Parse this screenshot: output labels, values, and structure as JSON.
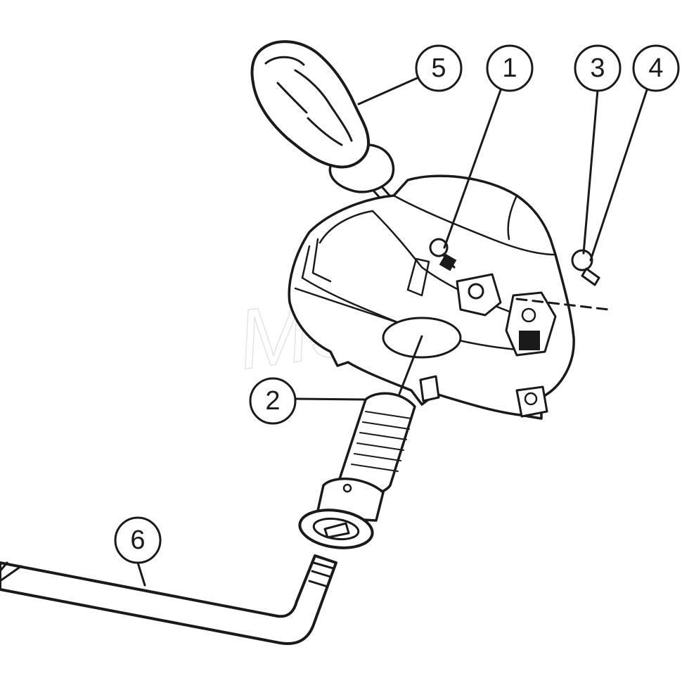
{
  "diagram": {
    "watermark": "MSC",
    "callouts": [
      {
        "id": "1",
        "label": "1"
      },
      {
        "id": "2",
        "label": "2"
      },
      {
        "id": "3",
        "label": "3"
      },
      {
        "id": "4",
        "label": "4"
      },
      {
        "id": "5",
        "label": "5"
      },
      {
        "id": "6",
        "label": "6"
      }
    ],
    "colors": {
      "line": "#1a1a1a",
      "background": "#ffffff",
      "watermark": "#e4e4e4"
    }
  }
}
